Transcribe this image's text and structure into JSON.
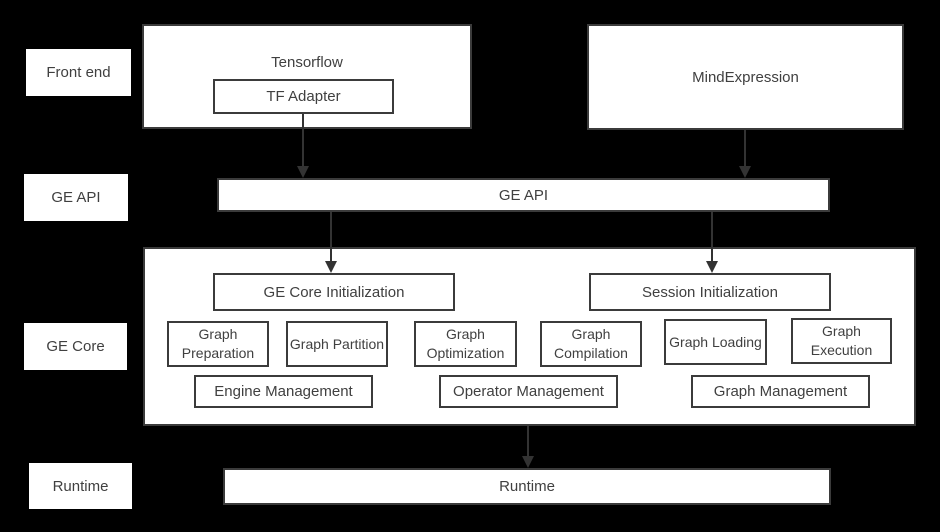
{
  "colors": {
    "background": "#000000",
    "box_background": "#ffffff",
    "box_border": "#3b3b3b",
    "text": "#404040",
    "arrow": "#333333"
  },
  "side_labels": {
    "front_end": "Front end",
    "ge_api": "GE API",
    "ge_core": "GE Core",
    "runtime": "Runtime"
  },
  "front_end": {
    "tensorflow": "Tensorflow",
    "tf_adapter": "TF Adapter",
    "mind_expression": "MindExpression"
  },
  "ge_api": {
    "label": "GE API"
  },
  "ge_core": {
    "init_boxes": [
      "GE Core Initialization",
      "Session Initialization"
    ],
    "stage_boxes": [
      "Graph Preparation",
      "Graph Partition",
      "Graph Optimization",
      "Graph Compilation",
      "Graph Loading",
      "Graph Execution"
    ],
    "management_boxes": [
      "Engine Management",
      "Operator Management",
      "Graph Management"
    ]
  },
  "runtime": {
    "label": "Runtime"
  }
}
